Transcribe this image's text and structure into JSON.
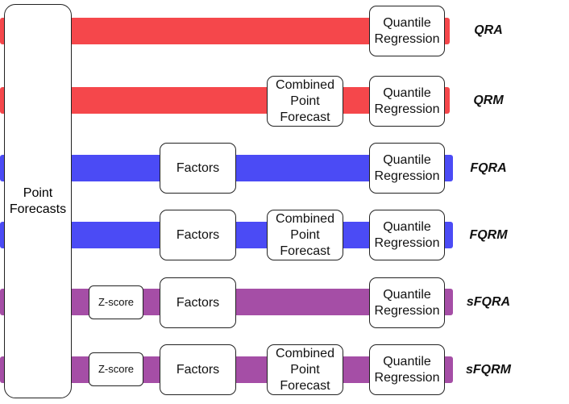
{
  "point_forecasts": "Point\nForecasts",
  "labels": {
    "quantile_regression": "Quantile\nRegression",
    "combined_point_forecast": "Combined\nPoint\nForecast",
    "factors": "Factors",
    "zscore": "Z-score"
  },
  "rows": [
    {
      "method": "QRA",
      "color": "#f5474b"
    },
    {
      "method": "QRM",
      "color": "#f5474b"
    },
    {
      "method": "FQRA",
      "color": "#4b4bf5"
    },
    {
      "method": "FQRM",
      "color": "#4b4bf5"
    },
    {
      "method": "sFQRA",
      "color": "#a54ea6"
    },
    {
      "method": "sFQRM",
      "color": "#a54ea6"
    }
  ]
}
